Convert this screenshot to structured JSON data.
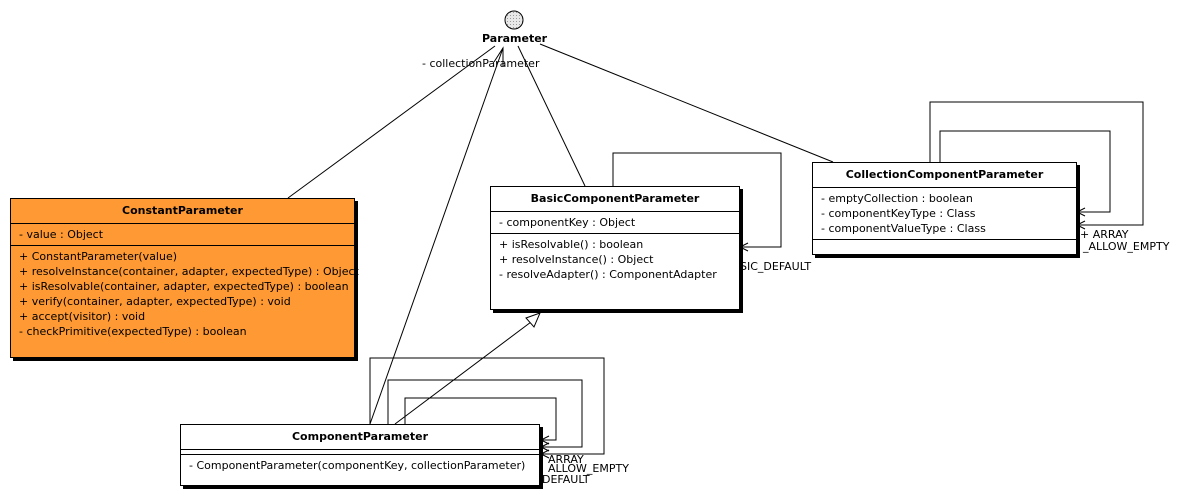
{
  "interface": {
    "name": "Parameter"
  },
  "classes": {
    "constant": {
      "name": "ConstantParameter",
      "attributes": [
        "- value : Object"
      ],
      "operations": [
        "+ ConstantParameter(value)",
        "+ resolveInstance(container, adapter, expectedType) : Object",
        "+ isResolvable(container, adapter, expectedType) : boolean",
        "+ verify(container, adapter, expectedType) : void",
        "+ accept(visitor) : void",
        "- checkPrimitive(expectedType) : boolean"
      ]
    },
    "basic": {
      "name": "BasicComponentParameter",
      "attributes": [
        "- componentKey : Object"
      ],
      "operations": [
        "+ isResolvable() : boolean",
        "+ resolveInstance() : Object",
        "- resolveAdapter() : ComponentAdapter"
      ]
    },
    "collection": {
      "name": "CollectionComponentParameter",
      "attributes": [
        "- emptyCollection : boolean",
        "- componentKeyType : Class",
        "- componentValueType : Class"
      ],
      "operations": []
    },
    "component": {
      "name": "ComponentParameter",
      "attributes": [],
      "operations": [
        "- ComponentParameter(componentKey, collectionParameter)"
      ]
    }
  },
  "labels": {
    "collection_parameter": "- collectionParameter",
    "basic_default": "SIC_DEFAULT",
    "coll_array": "+ ARRAY",
    "coll_allow_empty": "_ALLOW_EMPTY",
    "comp_array": "ARRAY",
    "comp_allow_empty": "ALLOW_EMPTY",
    "comp_default": "DEFAULT"
  },
  "colors": {
    "highlight": "#ff9933",
    "line": "#000000",
    "interface_fill": "#e8e8e8"
  }
}
